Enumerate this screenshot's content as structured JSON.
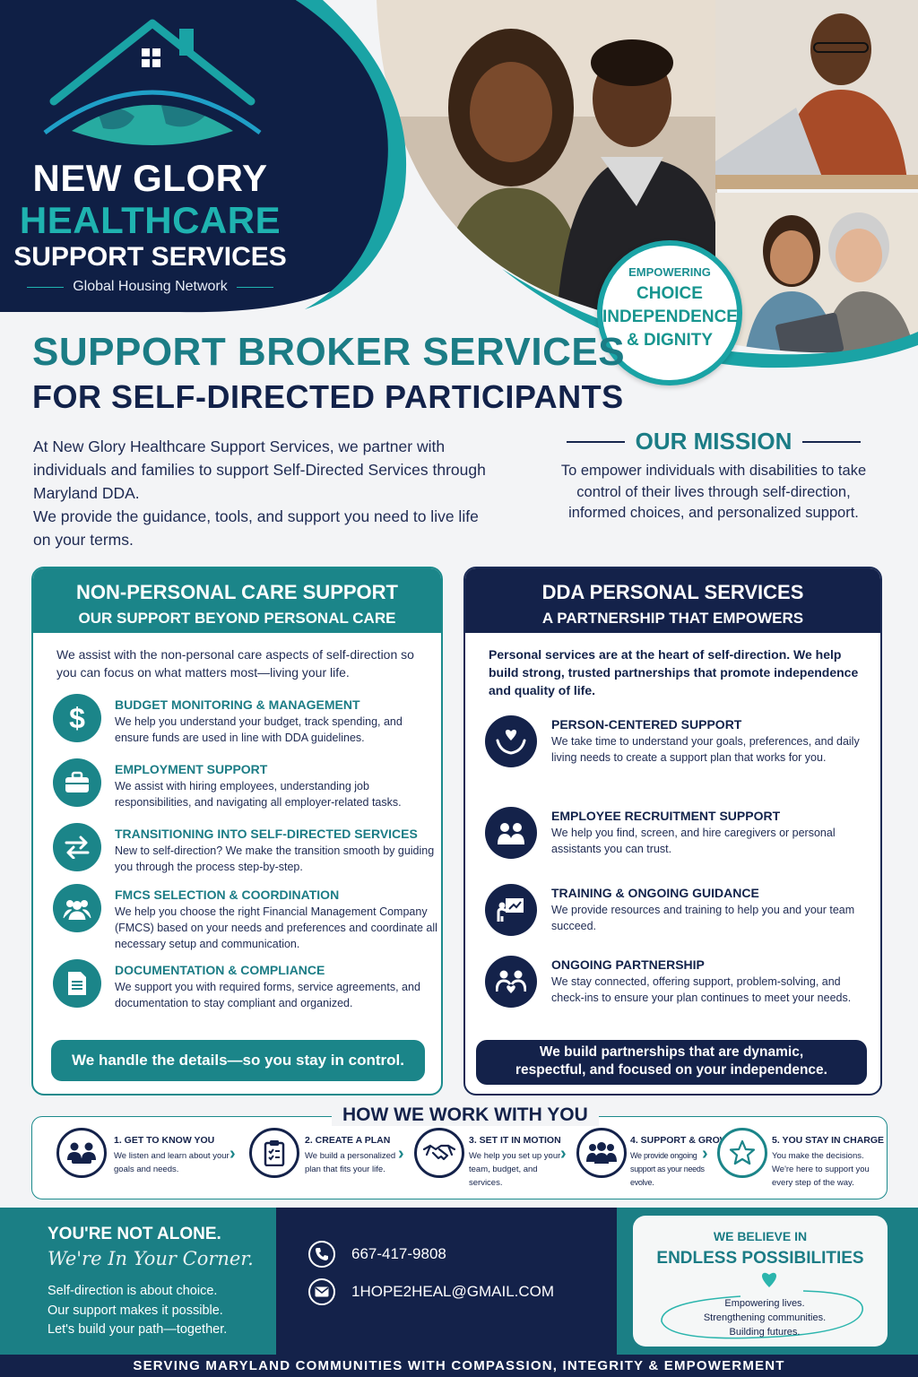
{
  "colors": {
    "navy": "#14224a",
    "teal": "#1b8589",
    "teal_light": "#1fb3b0",
    "background": "#f3f4f6"
  },
  "brand": {
    "line1": "NEW GLORY",
    "line2": "HEALTHCARE",
    "line3": "SUPPORT SERVICES",
    "tagline": "Global Housing Network"
  },
  "badge": {
    "top": "EMPOWERING",
    "line1": "CHOICE",
    "line2": "INDEPENDENCE",
    "line3": "& DIGNITY"
  },
  "title": {
    "main": "SUPPORT BROKER SERVICES",
    "sub": "FOR SELF-DIRECTED PARTICIPANTS"
  },
  "intro": {
    "p1": "At New Glory Healthcare Support Services, we partner with individuals and families to support Self-Directed Services through Maryland DDA.",
    "p2": "We provide the guidance, tools, and support you need to live life on your terms."
  },
  "mission": {
    "heading": "OUR MISSION",
    "text": "To empower individuals with disabilities to take control of their lives through self-direction, informed choices, and personalized support."
  },
  "left_panel": {
    "title": "NON-PERSONAL CARE SUPPORT",
    "subtitle": "OUR SUPPORT BEYOND PERSONAL CARE",
    "intro": "We assist with the non-personal care aspects of self-direction so you can focus on what matters most—living your life.",
    "items": [
      {
        "icon": "dollar-icon",
        "title": "BUDGET MONITORING & MANAGEMENT",
        "desc": "We help you understand your budget, track spending, and ensure funds are used in line with DDA guidelines."
      },
      {
        "icon": "briefcase-icon",
        "title": "EMPLOYMENT SUPPORT",
        "desc": "We assist with hiring employees, understanding job responsibilities, and navigating all employer-related tasks."
      },
      {
        "icon": "transfer-arrows-icon",
        "title": "TRANSITIONING INTO SELF-DIRECTED SERVICES",
        "desc": "New to self-direction? We make the transition smooth by guiding you through the process step-by-step."
      },
      {
        "icon": "group-icon",
        "title": "FMCS SELECTION & COORDINATION",
        "desc": "We help you choose the right Financial Management Company (FMCS) based on your needs and preferences and coordinate all necessary setup and communication."
      },
      {
        "icon": "document-icon",
        "title": "DOCUMENTATION & COMPLIANCE",
        "desc": "We support you with required forms, service agreements, and documentation to stay compliant and organized."
      }
    ],
    "footer": "We handle the details—so you stay in control."
  },
  "right_panel": {
    "title": "DDA PERSONAL SERVICES",
    "subtitle": "A PARTNERSHIP THAT EMPOWERS",
    "intro": "Personal services are at the heart of self-direction. We help build strong, trusted partnerships that promote independence and quality of life.",
    "items": [
      {
        "icon": "heart-hands-icon",
        "title": "PERSON-CENTERED SUPPORT",
        "desc": "We take time to understand your goals, preferences, and daily living needs to create a support plan that works for you."
      },
      {
        "icon": "people-icon",
        "title": "EMPLOYEE RECRUITMENT SUPPORT",
        "desc": "We help you find, screen, and hire caregivers or personal assistants you can trust."
      },
      {
        "icon": "presentation-icon",
        "title": "TRAINING & ONGOING GUIDANCE",
        "desc": "We provide resources and training to help you and your team succeed."
      },
      {
        "icon": "partnership-icon",
        "title": "ONGOING PARTNERSHIP",
        "desc": "We stay connected, offering support, problem-solving, and check-ins to ensure your plan continues to meet your needs."
      }
    ],
    "footer_line1": "We build partnerships that are dynamic,",
    "footer_line2": "respectful, and focused on your independence."
  },
  "how": {
    "heading": "HOW WE WORK WITH YOU",
    "steps": [
      {
        "icon": "meeting-icon",
        "title": "1. GET TO KNOW YOU",
        "desc": "We listen and learn about your goals and needs."
      },
      {
        "icon": "clipboard-icon",
        "title": "2. CREATE A PLAN",
        "desc": "We build a personalized plan that fits your life."
      },
      {
        "icon": "handshake-icon",
        "title": "3. SET IT IN MOTION",
        "desc": "We help you set up your team, budget, and services."
      },
      {
        "icon": "team-icon",
        "title": "4. SUPPORT & GROW",
        "desc": "We provide ongoing support as your needs evolve."
      },
      {
        "icon": "star-icon",
        "title": "5. YOU STAY IN CHARGE",
        "desc": "You make the decisions. We're here to support you every step of the way."
      }
    ]
  },
  "footer": {
    "alone": "YOU'RE NOT ALONE.",
    "corner": "We're In Your Corner.",
    "line1": "Self-direction is about choice.",
    "line2": "Our support makes it possible.",
    "line3": "Let's build your path—together.",
    "phone": "667-417-9808",
    "email": "1HOPE2HEAL@GMAIL.COM",
    "believe": "WE BELIEVE IN",
    "endless": "ENDLESS POSSIBILITIES",
    "card_line1": "Empowering lives.",
    "card_line2": "Strengthening communities.",
    "card_line3": "Building futures.",
    "bottom_bar": "SERVING MARYLAND COMMUNITIES WITH COMPASSION, INTEGRITY & EMPOWERMENT"
  }
}
